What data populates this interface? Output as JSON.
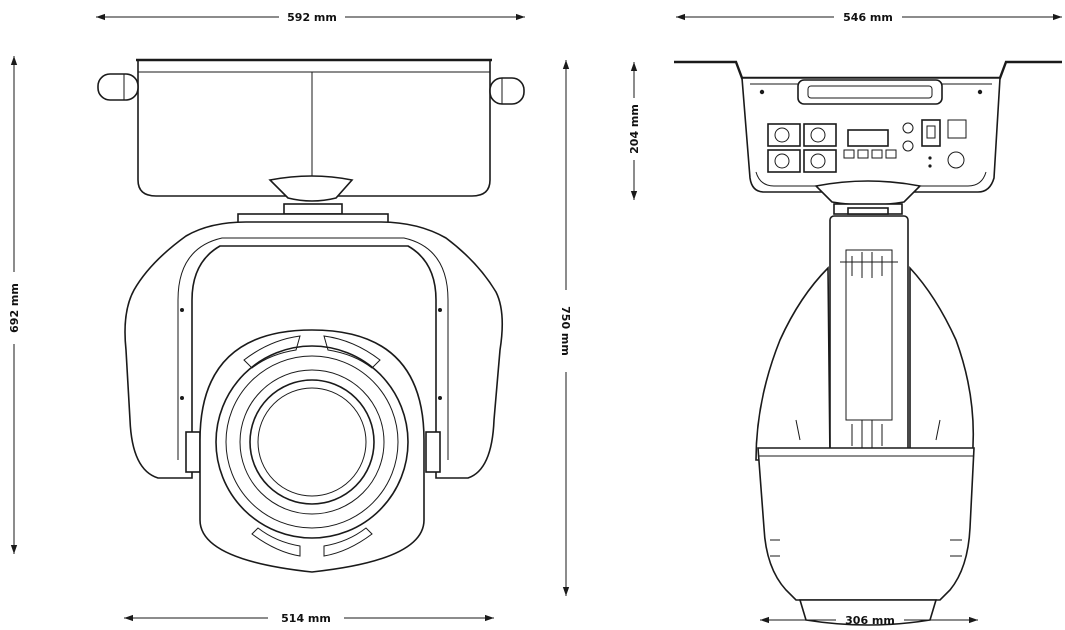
{
  "dimensions": {
    "front_top_width": "592 mm",
    "front_bottom_width": "514 mm",
    "front_left_height": "692 mm",
    "front_total_height": "750 mm",
    "side_top_width": "546 mm",
    "side_base_height": "204 mm",
    "side_bottom_width": "306 mm"
  },
  "colors": {
    "line": "#1a1a1a",
    "background": "#ffffff"
  }
}
